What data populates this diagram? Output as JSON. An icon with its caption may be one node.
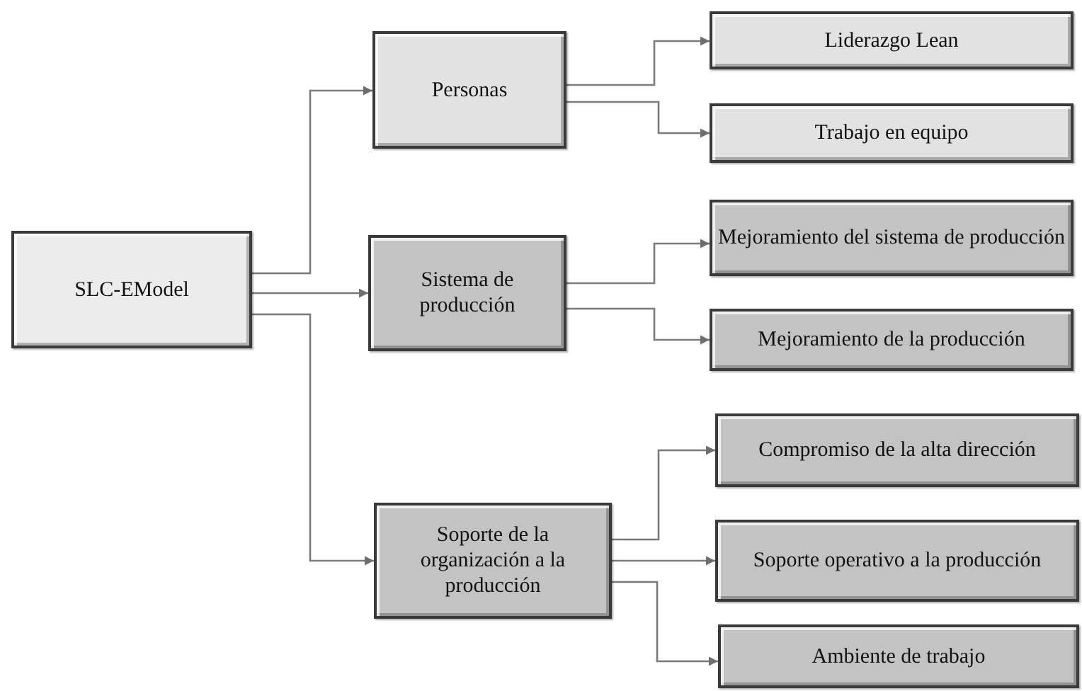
{
  "diagram": {
    "nodes": [
      {
        "text": [
          "SLC-EModel"
        ]
      },
      {
        "text": [
          "Personas"
        ]
      },
      {
        "text": [
          "Sistema de producción"
        ]
      },
      {
        "text": [
          "Soporte de la organización a la producción"
        ]
      },
      {
        "text": [
          "Liderazgo Lean"
        ]
      },
      {
        "text": [
          "Trabajo en equipo"
        ]
      },
      {
        "text": [
          "Mejoramiento del sistema de producción"
        ]
      },
      {
        "text": [
          "Mejoramiento de la producción"
        ]
      },
      {
        "text": [
          "Compromiso de la alta dirección"
        ]
      },
      {
        "text": [
          "Soporte operativo a la producción"
        ]
      },
      {
        "text": [
          "Ambiente de trabajo"
        ]
      }
    ],
    "edges": [
      {
        "from": 0,
        "to": 1,
        "arrow": "to"
      },
      {
        "from": 0,
        "to": 2,
        "arrow": "to"
      },
      {
        "from": 0,
        "to": 3,
        "arrow": "to"
      },
      {
        "from": 1,
        "to": 4,
        "arrow": "to"
      },
      {
        "from": 1,
        "to": 5,
        "arrow": "to"
      },
      {
        "from": 2,
        "to": 6,
        "arrow": "to"
      },
      {
        "from": 2,
        "to": 7,
        "arrow": "to"
      },
      {
        "from": 3,
        "to": 8,
        "arrow": "to"
      },
      {
        "from": 3,
        "to": 9,
        "arrow": "to"
      },
      {
        "from": 3,
        "to": 10,
        "arrow": "to"
      }
    ]
  }
}
